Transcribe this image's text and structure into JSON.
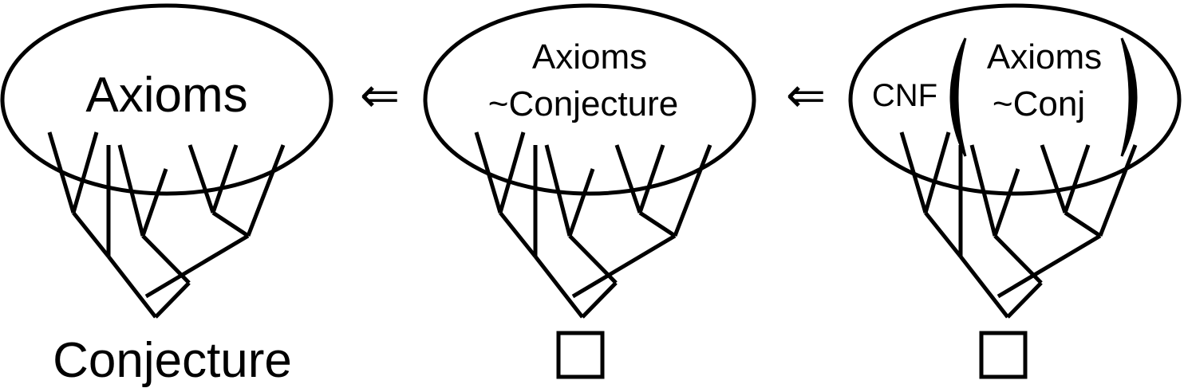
{
  "panels": [
    {
      "label_lines": [
        "Axioms"
      ],
      "result": "Conjecture"
    },
    {
      "label_lines": [
        "Axioms",
        "~Conjecture"
      ],
      "result_symbol": "empty-square"
    },
    {
      "prefix": "CNF",
      "label_lines": [
        "Axioms",
        "~Conj"
      ],
      "result_symbol": "empty-square"
    }
  ],
  "arrows": [
    "⇐",
    "⇐"
  ],
  "colors": {
    "stroke": "#000000",
    "background": "#ffffff"
  }
}
